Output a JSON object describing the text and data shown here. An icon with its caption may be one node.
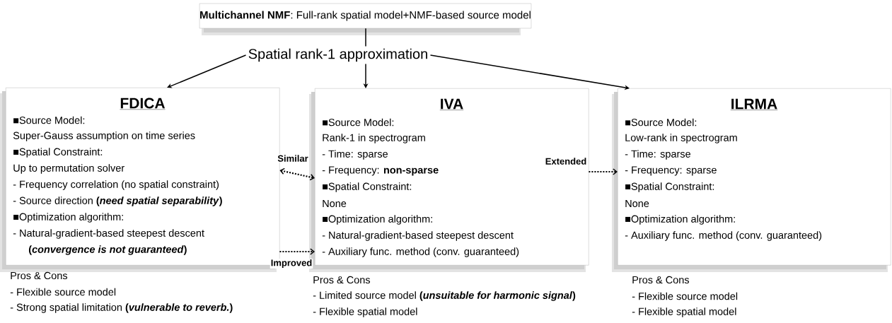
{
  "diagram": {
    "nodes": [
      {
        "text": [
          "**Multichannel NMF**: Full-rank spatial model+NMF-based source model"
        ]
      },
      {
        "text": [
          "Spatial rank-1 approximation"
        ]
      },
      {
        "text": [
          "FDICA",
          "■Source Model:",
          "Super-Gauss assumption on time series",
          "■Spatial Constraint:",
          "Up to permutation solver",
          "- Frequency correlation (no spatial constraint)",
          "- Source direction **(*need spatial separability*)**",
          "■Optimization algorithm:",
          "- Natural-gradient-based steepest descent",
          "**(*convergence is not guaranteed*)**"
        ],
        "beside": [
          "Pros & Cons",
          "- Flexible source model",
          "- Strong spatial limitation **(*vulnerable to reverb.*)**"
        ]
      },
      {
        "text": [
          "IVA",
          "■Source Model:",
          "Rank-1 in spectrogram",
          "- Time: sparse",
          "- Frequency: **non-sparse**",
          "■Spatial Constraint:",
          "None",
          "■Optimization algorithm:",
          "- Natural-gradient-based steepest descent",
          "- Auxiliary func. method (conv. guaranteed)"
        ],
        "beside": [
          "Pros & Cons",
          "- Limited source model **(*unsuitable for harmonic signal*)**",
          "- Flexible spatial model"
        ]
      },
      {
        "text": [
          "ILRMA",
          "■Source Model:",
          "Low-rank in spectrogram",
          "- Time: sparse",
          "- Frequency: sparse",
          "■Spatial Constraint:",
          "None",
          "■Optimization algorithm:",
          "- Auxiliary func. method (conv. guaranteed)"
        ],
        "beside": [
          "Pros & Cons",
          "- Flexible source model",
          "- Flexible spatial model"
        ]
      }
    ],
    "edges": [
      {
        "from": 0,
        "to": 1,
        "arrow": "none"
      },
      {
        "from": 1,
        "to": 2,
        "arrow": "to"
      },
      {
        "from": 1,
        "to": 3,
        "arrow": "to"
      },
      {
        "from": 1,
        "to": 4,
        "arrow": "to"
      },
      {
        "from": 2,
        "to": 3,
        "arrow": "both",
        "label": "Similar",
        "style": "dashed"
      },
      {
        "from": 2,
        "to": 3,
        "arrow": "to",
        "label": "Improved",
        "style": "dashed"
      },
      {
        "from": 3,
        "to": 4,
        "arrow": "to",
        "label": "Extended",
        "style": "dashed"
      }
    ]
  }
}
